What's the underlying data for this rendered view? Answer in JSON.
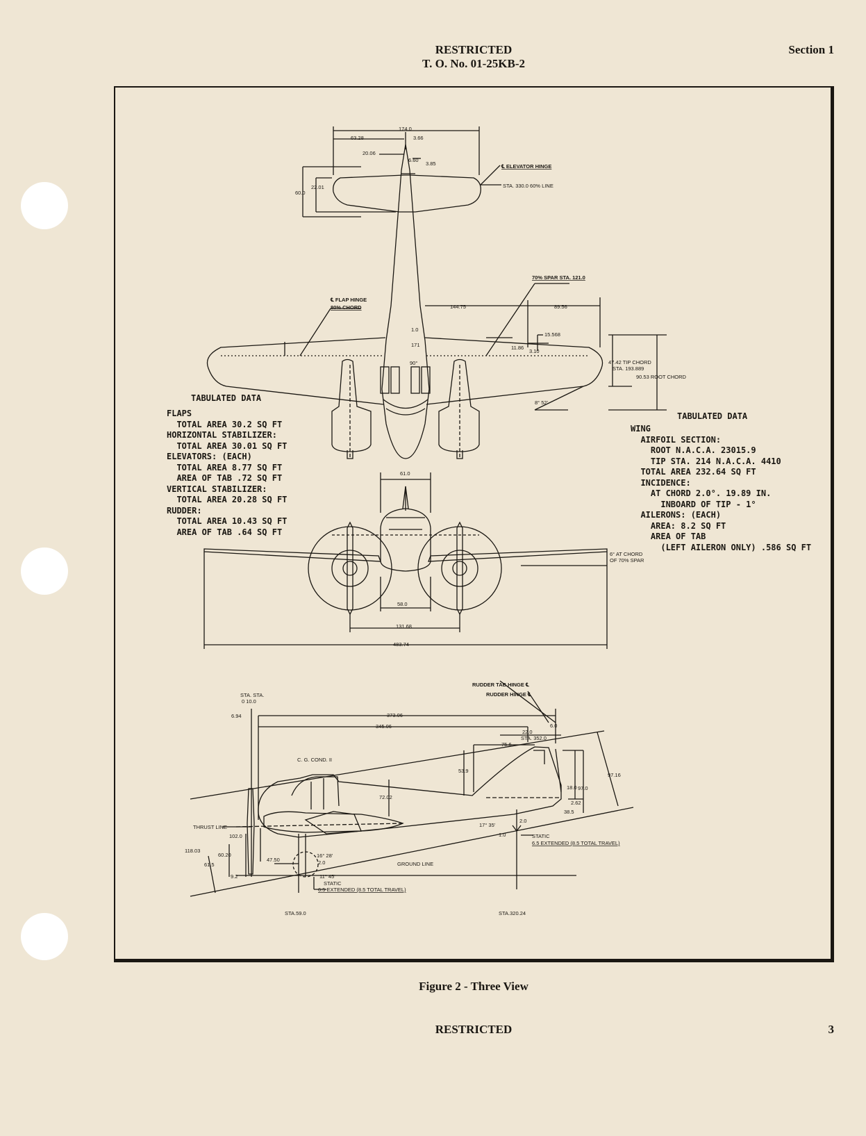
{
  "header": {
    "classification": "RESTRICTED",
    "order_number": "T. O. No. 01-25KB-2",
    "section": "Section 1"
  },
  "tabulated_left": {
    "title": "TABULATED DATA",
    "lines": [
      "FLAPS",
      "  TOTAL AREA 30.2 SQ FT",
      "HORIZONTAL STABILIZER:",
      "  TOTAL AREA 30.01 SQ FT",
      "ELEVATORS: (EACH)",
      "  TOTAL AREA 8.77 SQ FT",
      "  AREA OF TAB .72 SQ FT",
      "VERTICAL STABILIZER:",
      "  TOTAL AREA 20.28 SQ FT",
      "RUDDER:",
      "  TOTAL AREA 10.43 SQ FT",
      "  AREA OF TAB .64 SQ FT"
    ]
  },
  "tabulated_right": {
    "title": "TABULATED DATA",
    "lines": [
      "WING",
      "  AIRFOIL SECTION:",
      "    ROOT N.A.C.A. 23015.9",
      "    TIP STA. 214 N.A.C.A. 4410",
      "  TOTAL AREA 232.64 SQ FT",
      "  INCIDENCE:",
      "    AT CHORD 2.0°. 19.89 IN.",
      "      INBOARD OF TIP - 1°",
      "  AILERONS: (EACH)",
      "    AREA: 8.2 SQ FT",
      "    AREA OF TAB",
      "      (LEFT AILERON ONLY) .586 SQ FT"
    ]
  },
  "dimensions": {
    "top": {
      "tail_span": "174.0",
      "d_63_28": "63.28",
      "d_3_66": "3.66",
      "d_20_06": "20.06",
      "d_6_60": "6.60",
      "d_3_85": "3.85",
      "d_22_01": "22.01",
      "d_60_0": "60.0",
      "elevator_hinge": "℄ ELEVATOR HINGE",
      "sta_330": "STA. 330.0  60% LINE",
      "spar_note": "70% SPAR STA. 121.0",
      "flap_hinge": "℄ FLAP HINGE",
      "flap_chord": "80% CHORD",
      "d_144_75": "144.75",
      "d_89_56": "89.56",
      "d_1_0": "1.0",
      "d_171": "171",
      "d_15_568": "15.568",
      "d_11_86": "11.86",
      "d_3_10": "3.10",
      "tip_chord": "47.42 TIP CHORD",
      "sta_193": "STA. 193.889",
      "root_chord": "90.53 ROOT CHORD",
      "angle_90": "90°",
      "angle_8": "8° 52'"
    },
    "front": {
      "d_61_0": "61.0",
      "d_58_0": "58.0",
      "d_131_68": "131.68",
      "span": "483.74",
      "dihedral_1": "6° AT CHORD",
      "dihedral_2": "OF 70% SPAR"
    },
    "side": {
      "rudder_tab_hinge": "RUDDER TAB HINGE ℄",
      "rudder_hinge": "RUDDER HINGE ℄",
      "sta_sta": "STA. STA.",
      "sta_vals": "0   10.0",
      "d_6_94": "6.94",
      "d_373_06": "373.06",
      "d_345_06": "345.06",
      "d_6_0": "6.0",
      "d_22_0": "22.0",
      "sta_352": "STA. 352.0",
      "d_75_6": "75.6",
      "cg": "C. G. COND. II",
      "d_53_9": "53.9",
      "d_72_02": "72.02",
      "d_18_0": "18.0",
      "d_97_0": "97.0",
      "d_97_16": "97.16",
      "d_2_62": "2.62",
      "d_38_5": "38.5",
      "thrust_line": "THRUST LINE",
      "d_102_0": "102.0",
      "angle_17": "17° 35'",
      "d_2_0a": "2.0",
      "d_1_0": "1.0",
      "static_a": "STATIC",
      "ext_a": "6.5 EXTENDED (8.5 TOTAL TRAVEL)",
      "d_118_03": "118.03",
      "d_60_20": "60.20",
      "d_61_5": "61.5",
      "d_47_50": "47.50",
      "angle_16": "16° 28'",
      "d_2_0b": "2.0",
      "ground_line": "GROUND LINE",
      "d_9_2": "9.2",
      "angle_11": "11° 45'",
      "static_b": "STATIC",
      "ext_b": "6.5 EXTENDED (8.5 TOTAL TRAVEL)",
      "sta_59": "STA.59.0",
      "sta_320": "STA.320.24"
    }
  },
  "caption": "Figure 2 - Three View",
  "footer": {
    "classification": "RESTRICTED",
    "page_number": "3"
  }
}
